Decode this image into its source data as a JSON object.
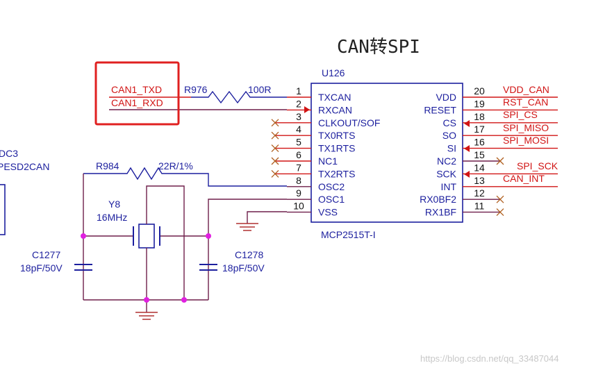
{
  "title": "CAN转SPI",
  "ic": {
    "ref": "U126",
    "part": "MCP2515T-I",
    "left_pins": [
      {
        "num": "1",
        "name": "TXCAN"
      },
      {
        "num": "2",
        "name": "RXCAN"
      },
      {
        "num": "3",
        "name": "CLKOUT/SOF"
      },
      {
        "num": "4",
        "name": "TX0RTS"
      },
      {
        "num": "5",
        "name": "TX1RTS"
      },
      {
        "num": "6",
        "name": "NC1"
      },
      {
        "num": "7",
        "name": "TX2RTS"
      },
      {
        "num": "8",
        "name": "OSC2"
      },
      {
        "num": "9",
        "name": "OSC1"
      },
      {
        "num": "10",
        "name": "VSS"
      }
    ],
    "right_pins": [
      {
        "num": "20",
        "name": "VDD"
      },
      {
        "num": "19",
        "name": "RESET"
      },
      {
        "num": "18",
        "name": "CS"
      },
      {
        "num": "17",
        "name": "SO"
      },
      {
        "num": "16",
        "name": "SI"
      },
      {
        "num": "15",
        "name": "NC2"
      },
      {
        "num": "14",
        "name": "SCK"
      },
      {
        "num": "13",
        "name": "INT"
      },
      {
        "num": "12",
        "name": "RX0BF2"
      },
      {
        "num": "11",
        "name": "RX1BF"
      }
    ]
  },
  "nets": {
    "can1_txd": "CAN1_TXD",
    "can1_rxd": "CAN1_RXD",
    "vdd_can": "VDD_CAN",
    "rst_can": "RST_CAN",
    "spi_cs": "SPI_CS",
    "spi_miso": "SPI_MISO",
    "spi_mosi": "SPI_MOSI",
    "spi_sck": "SPI_SCK",
    "can_int": "CAN_INT"
  },
  "components": {
    "r976_ref": "R976",
    "r976_val": "100R",
    "r984_ref": "R984",
    "r984_val": "22R/1%",
    "y8_ref": "Y8",
    "y8_val": "16MHz",
    "c1277_ref": "C1277",
    "c1277_val": "18pF/50V",
    "c1278_ref": "C1278",
    "c1278_val": "18pF/50V",
    "partial_ref": "DC3",
    "partial_val": "PESD2CAN"
  },
  "colors": {
    "net_label": "#d11414",
    "component_text": "#1c1f9e",
    "wire": "#6e1e4a",
    "highlight_box": "#e02020",
    "junction": "#e020e0"
  },
  "watermark": "https://blog.csdn.net/qq_33487044"
}
